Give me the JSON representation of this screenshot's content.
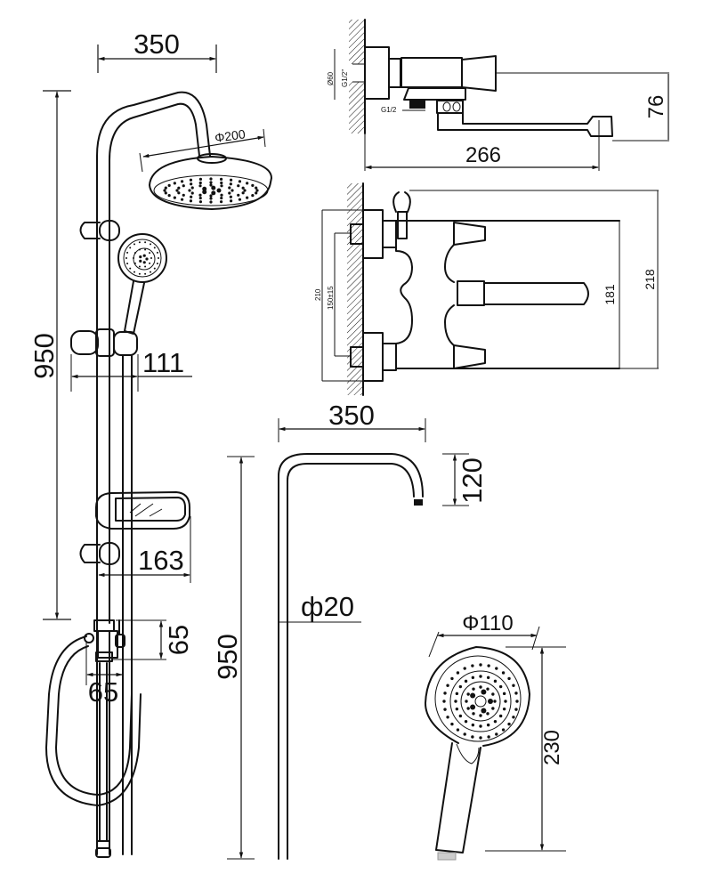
{
  "diagram": {
    "subject": "Shower system with thermostatic mixer - dimension drawing",
    "views": {
      "shower_set": {
        "dimensions": {
          "arm_width": "350",
          "total_height": "950",
          "rain_head_diameter": "Φ200",
          "holder_offset": "111",
          "soap_dish_offset": "163",
          "diverter_height": "65",
          "diverter_width": "65"
        }
      },
      "mixer_side": {
        "dimensions": {
          "flange_diameter": "Ø60",
          "inlet_thread": "G1/2\"",
          "outlet_thread": "G1/2",
          "spout_reach": "266",
          "spout_height": "76"
        }
      },
      "mixer_front": {
        "dimensions": {
          "outer_span": "210",
          "center_distance": "150±15",
          "body_height": "181",
          "total_height": "218"
        }
      },
      "riser_pipe": {
        "dimensions": {
          "arm_width": "350",
          "arm_drop": "120",
          "pipe_diameter": "ф20",
          "height": "950"
        }
      },
      "hand_shower": {
        "dimensions": {
          "head_diameter": "Φ110",
          "length": "230"
        }
      }
    }
  }
}
